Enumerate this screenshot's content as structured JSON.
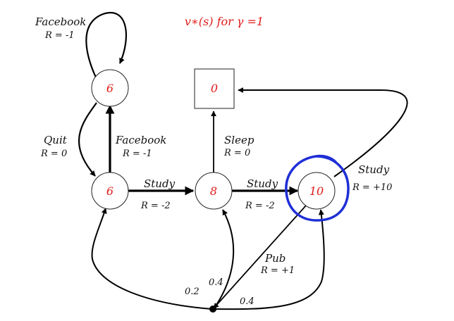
{
  "title": "v∗(s) for γ =1",
  "states": {
    "fb": "6",
    "c1": "6",
    "c2": "8",
    "c3": "10",
    "sleep": "0"
  },
  "edges": {
    "facebook_loop": {
      "name": "Facebook",
      "reward": "R = -1"
    },
    "quit": {
      "name": "Quit",
      "reward": "R = 0"
    },
    "facebook_up": {
      "name": "Facebook",
      "reward": "R = -1"
    },
    "study1": {
      "name": "Study",
      "reward": "R = -2"
    },
    "sleep": {
      "name": "Sleep",
      "reward": "R = 0"
    },
    "study2": {
      "name": "Study",
      "reward": "R = -2"
    },
    "study3": {
      "name": "Study",
      "reward": "R = +10"
    },
    "pub": {
      "name": "Pub",
      "reward": "R = +1"
    }
  },
  "probabilities": {
    "to_c1": "0.2",
    "to_c2": "0.4",
    "to_c3": "0.4"
  },
  "colors": {
    "value_text": "#e11b1b",
    "highlight": "#1f2fd6"
  }
}
